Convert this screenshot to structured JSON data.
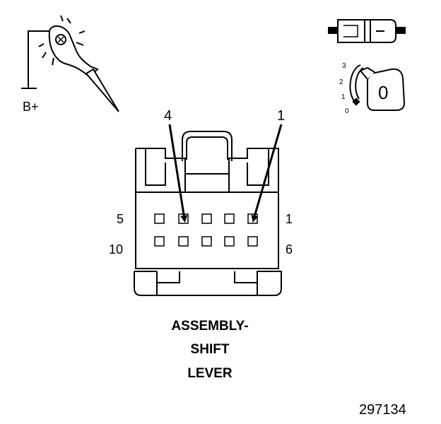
{
  "probe": {
    "supply_label": "B+"
  },
  "ignition_key": {
    "positions": [
      "3",
      "2",
      "1",
      "0"
    ],
    "current_position": "0"
  },
  "connector": {
    "callouts": [
      "4",
      "1"
    ],
    "row_labels": {
      "top_left": "5",
      "top_right": "1",
      "bottom_left": "10",
      "bottom_right": "6"
    },
    "title_lines": [
      "ASSEMBLY-",
      "SHIFT",
      "LEVER"
    ]
  },
  "figure_number": "297134"
}
